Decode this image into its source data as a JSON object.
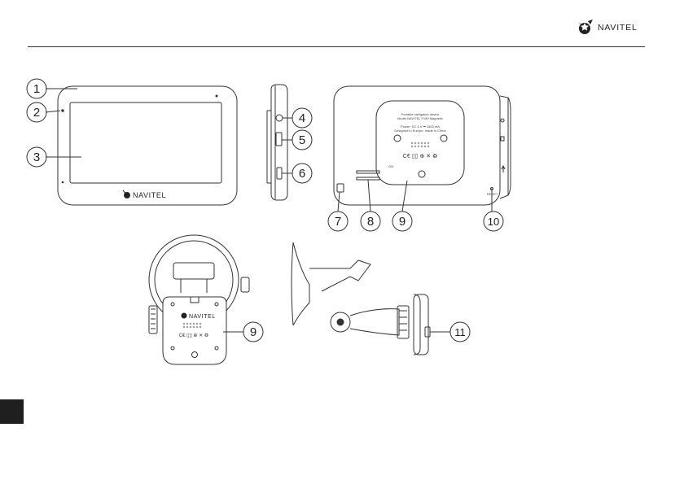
{
  "brand": {
    "name": "NAVITEL",
    "device_logo": "NAVITEL"
  },
  "callouts": [
    "1",
    "2",
    "3",
    "4",
    "5",
    "6",
    "7",
    "8",
    "9",
    "10",
    "11"
  ],
  "callout_9_mount": "9",
  "back_label": {
    "line1": "Portable navigation device",
    "line2": "Model NAVITEL F150 Magnetic",
    "line3": "Power: DC 5 V ⎓ 1500 mA",
    "line4": "Designed in Europe, made in China"
  },
  "reset_label": "RESET",
  "on_label": "ON",
  "icons": [
    "navitel-logo-icon",
    "headphone-icon",
    "usb-icon",
    "sd-card-icon"
  ],
  "colors": {
    "line": "#333333",
    "tab": "#1f1f1f"
  }
}
